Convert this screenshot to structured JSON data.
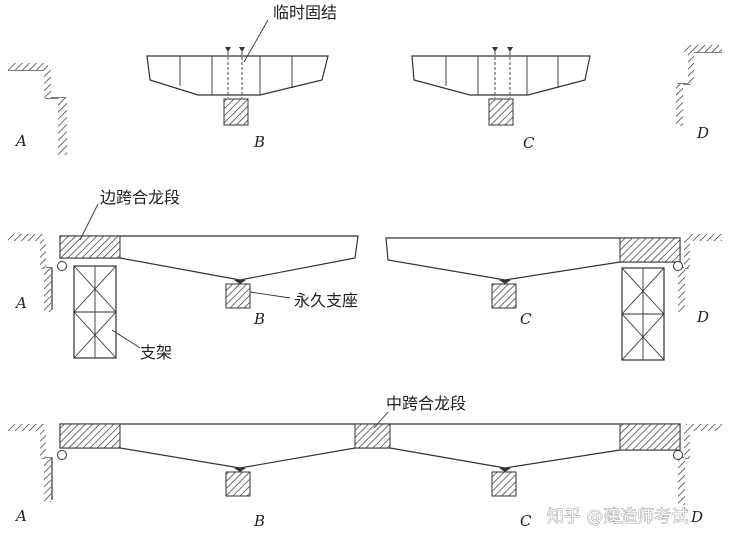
{
  "labels": {
    "temp_fix": "临时固结",
    "side_closure": "边跨合龙段",
    "perm_bearing": "永久支座",
    "bracket": "支架",
    "mid_closure": "中跨合龙段"
  },
  "piers": {
    "s1": [
      "A",
      "B",
      "C",
      "D"
    ],
    "s2": [
      "A",
      "B",
      "C",
      "D"
    ],
    "s3": [
      "A",
      "B",
      "C",
      "D"
    ]
  },
  "watermark": "知乎 @建造师考试"
}
